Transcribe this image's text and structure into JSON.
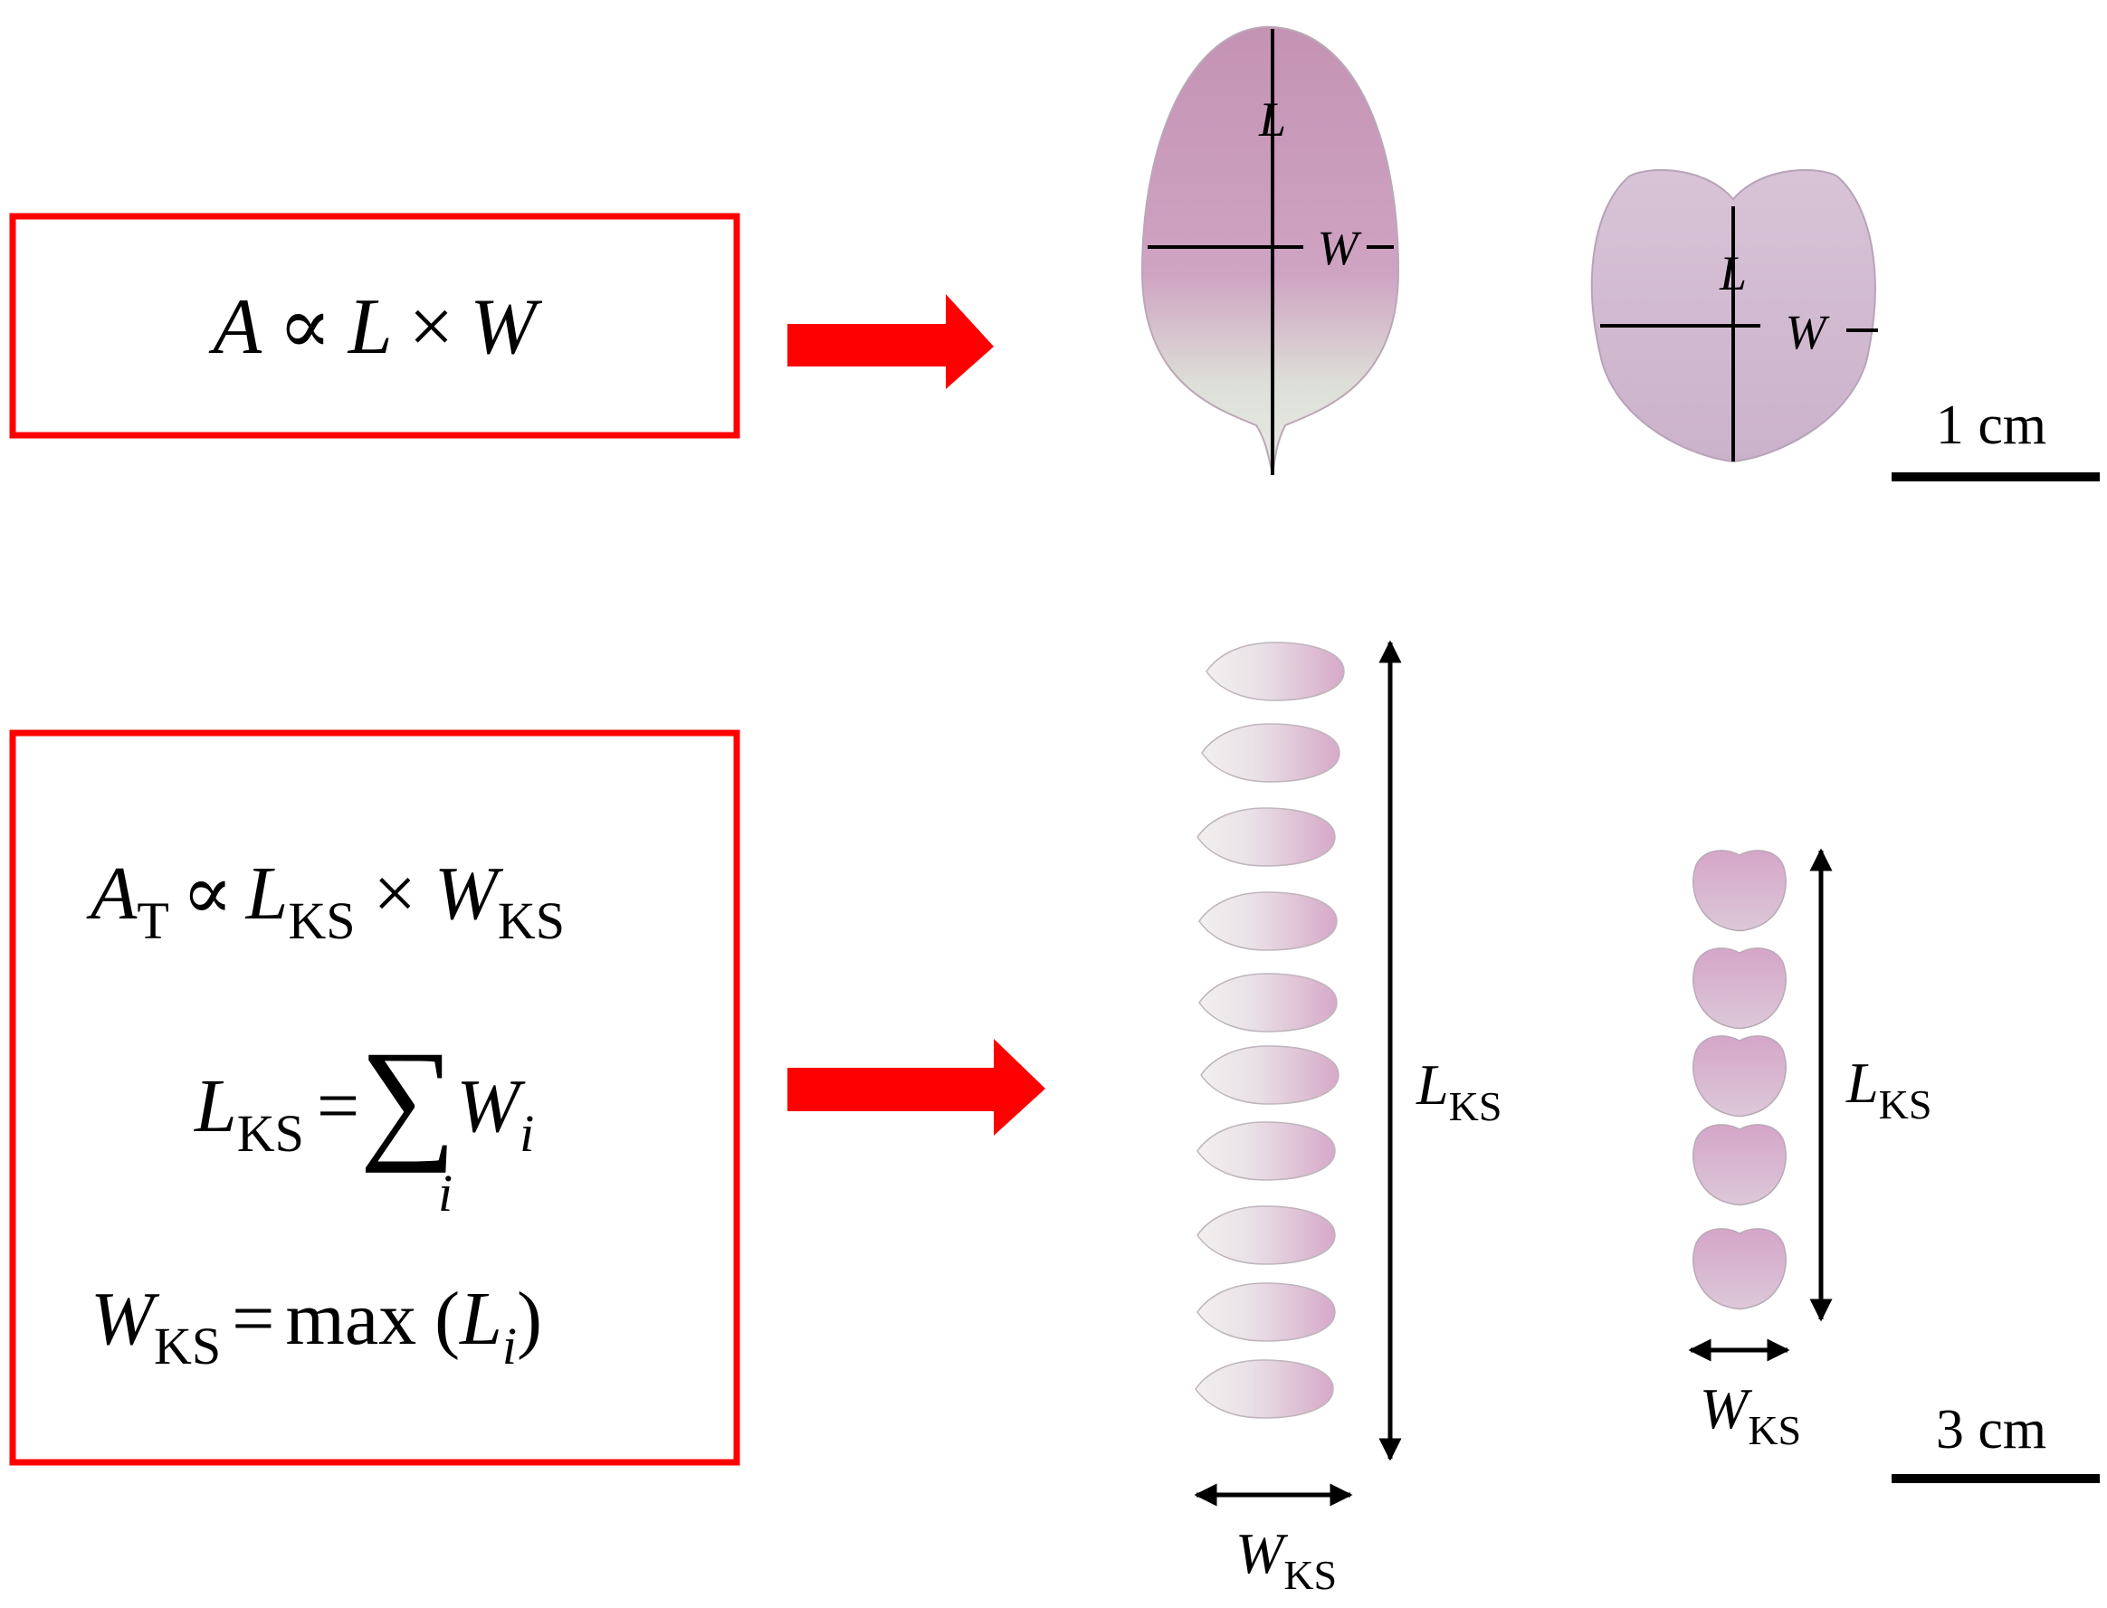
{
  "colors": {
    "box_border": "#ff0000",
    "arrow_fill": "#ff0000",
    "petal_pink": "#c99ab8",
    "petal_light": "#ece6ea",
    "ink": "#000000"
  },
  "top_row": {
    "formula": {
      "A": "A",
      "prop": "∝",
      "L": "L",
      "times": "×",
      "W": "W"
    },
    "petal_1": {
      "length_label": "L",
      "width_label": "W"
    },
    "petal_2": {
      "length_label": "L",
      "width_label": "W"
    },
    "scale_bar": {
      "label": "1 cm"
    }
  },
  "bottom_row": {
    "formula_1": {
      "A": "A",
      "A_sub": "T",
      "prop": "∝",
      "L": "L",
      "L_sub": "KS",
      "times": "×",
      "W": "W",
      "W_sub": "KS"
    },
    "formula_2": {
      "L": "L",
      "L_sub": "KS",
      "eq": "=",
      "sum": "∑",
      "W": "W",
      "W_sub": "i",
      "index": "i"
    },
    "formula_3": {
      "W": "W",
      "W_sub": "KS",
      "eq": "=",
      "max": "max",
      "lparen": "(",
      "L": "L",
      "L_sub": "i",
      "rparen": ")"
    },
    "stack_1": {
      "petal_count": 10,
      "length_label": "L",
      "length_sub": "KS",
      "width_label": "W",
      "width_sub": "KS"
    },
    "stack_2": {
      "petal_count": 5,
      "length_label": "L",
      "length_sub": "KS",
      "width_label": "W",
      "width_sub": "KS"
    },
    "scale_bar": {
      "label": "3 cm"
    }
  }
}
